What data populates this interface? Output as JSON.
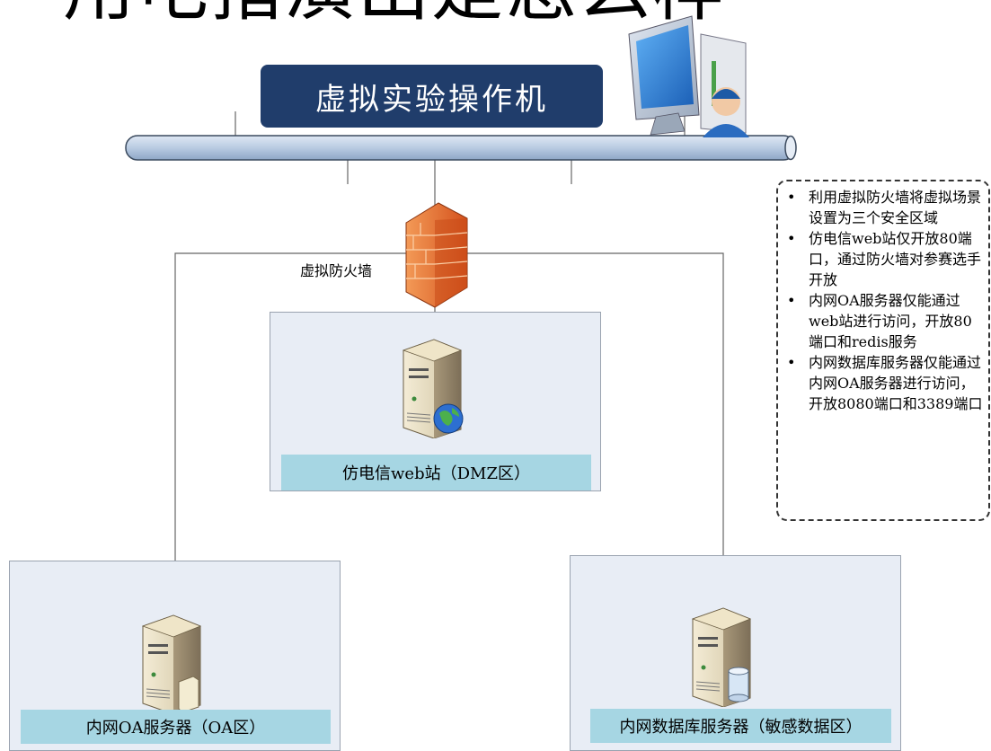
{
  "title_partial": "用电指演出是怎么样",
  "operator": {
    "label": "虚拟实验操作机"
  },
  "firewall": {
    "label": "虚拟防火墙"
  },
  "zones": {
    "dmz": {
      "label": "仿电信web站（DMZ区）"
    },
    "oa": {
      "label": "内网OA服务器（OA区）"
    },
    "db": {
      "label": "内网数据库服务器（敏感数据区）"
    }
  },
  "notes": [
    "利用虚拟防火墙将虚拟场景设置为三个安全区域",
    "仿电信web站仅开放80端口，通过防火墙对参赛选手开放",
    "内网OA服务器仅能通过web站进行访问，开放80端口和redis服务",
    "内网数据库服务器仅能通过内网OA服务器进行访问，开放8080端口和3389端口"
  ],
  "icons": [
    "workstation-user-icon",
    "firewall-icon",
    "web-server-icon",
    "file-server-icon",
    "database-server-icon"
  ],
  "colors": {
    "operator_bg": "#203d6b",
    "zone_bg": "#e8edf5",
    "zone_label_bg": "#a6d6e3",
    "firewall": "#e2682d"
  }
}
